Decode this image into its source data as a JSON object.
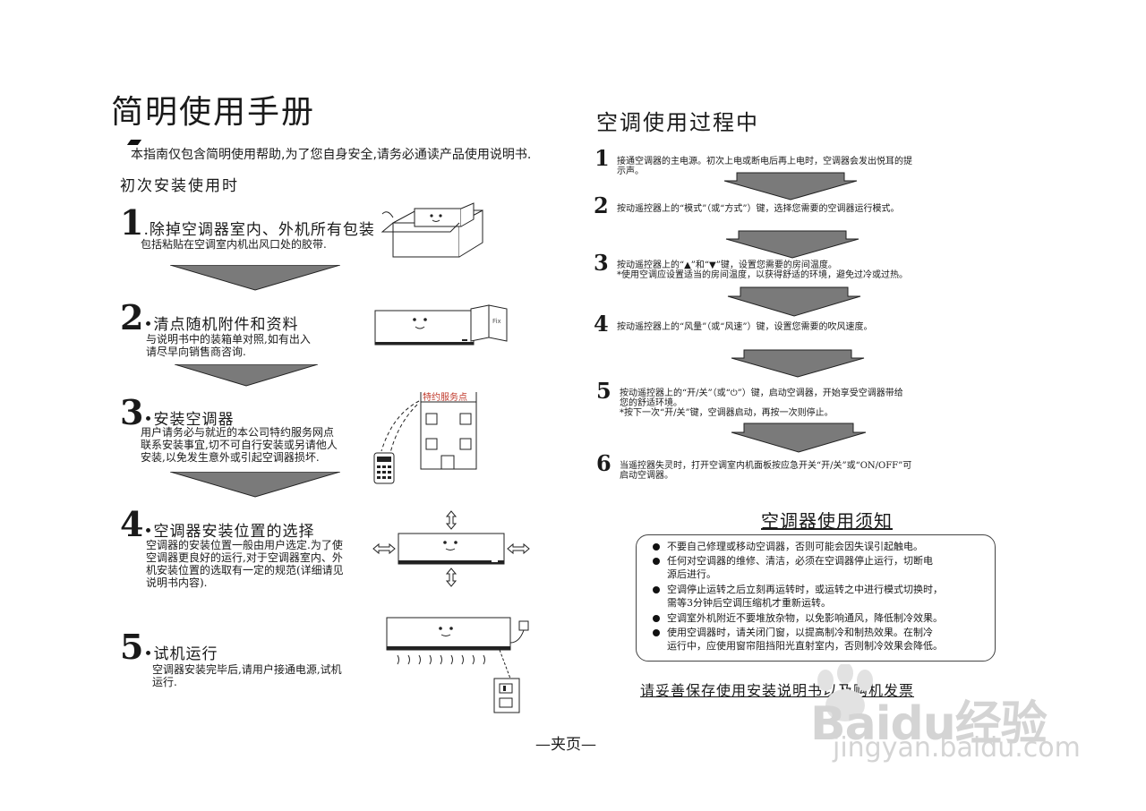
{
  "left": {
    "title": "简明使用手册",
    "notice": "本指南仅包含简明使用帮助,为了您自身安全,请务必通读产品使用说明书.",
    "subtitle": "初次安装使用时",
    "steps": [
      {
        "num": "1",
        "head": ".除掉空调器室内、外机所有包装",
        "lines": [
          "包括粘贴在空调室内机出风口处的胶带."
        ]
      },
      {
        "num": "2",
        "head": "•清点随机附件和资料",
        "lines": [
          "与说明书中的装箱单对照,如有出入",
          "请尽早向销售商咨询."
        ]
      },
      {
        "num": "3",
        "head": "•安装空调器",
        "lines": [
          "用户请务必与就近的本公司特约服务网点",
          "联系安装事宜,切不可自行安装或另请他人",
          "安装,以免发生意外或引起空调器损坏."
        ]
      },
      {
        "num": "4",
        "head": "•空调器安装位置的选择",
        "lines": [
          "空调器的安装位置一般由用户选定.为了使",
          "空调器更良好的运行,对于空调器室内、外",
          "机安装位置的选取有一定的规范(详细请见",
          "说明书内容)."
        ]
      },
      {
        "num": "5",
        "head": "•试机运行",
        "lines": [
          "空调器安装完毕后,请用户接通电源,试机",
          "运行."
        ]
      }
    ],
    "service_sign": "特约服务点",
    "book_label": "Fix"
  },
  "right": {
    "title": "空调使用过程中",
    "steps": [
      {
        "num": "1",
        "lines": [
          "接通空调器的主电源。初次上电或断电后再上电时，空调器会发出悦耳的提",
          "示声。"
        ]
      },
      {
        "num": "2",
        "lines": [
          "按动遥控器上的“模式”（或“方式”）键，选择您需要的空调器运行模式。"
        ]
      },
      {
        "num": "3",
        "lines": [
          "按动遥控器上的“▲”和“▼”键，设置您需要的房间温度。",
          "*使用空调应设置适当的房间温度，以获得舒适的环境，避免过冷或过热。"
        ]
      },
      {
        "num": "4",
        "lines": [
          "按动遥控器上的“风量”（或“风速”）键，设置您需要的吹风速度。"
        ]
      },
      {
        "num": "5",
        "lines": [
          "按动遥控器上的“开/关”（或“⏻”）键，启动空调器，开始享受空调器带给",
          "您的舒适环境。",
          "*按下一次“开/关”键，空调器启动，再按一次则停止。"
        ]
      },
      {
        "num": "6",
        "lines": [
          "当遥控器失灵时，打开空调室内机面板按应急开关“开/关”或“ON/OFF”可",
          "启动空调器。"
        ]
      }
    ],
    "notes_title": "空调器使用须知",
    "notes": [
      [
        "不要自己修理或移动空调器，否则可能会因失误引起触电。"
      ],
      [
        "任何对空调器的维修、清洁，必须在空调器停止运行，切断电",
        "源后进行。"
      ],
      [
        "空调停止运转之后立刻再运转时，或运转之中进行模式切换时，",
        "需等3分钟后空调压缩机才重新运转。"
      ],
      [
        "空调室外机附近不要堆放杂物，以免影响通风，降低制冷效果。"
      ],
      [
        "使用空调器时，请关闭门窗，以提高制冷和制热效果。在制冷",
        "运行中，应使用窗帘阻挡阳光直射室内，否则制冷效果会降低。"
      ]
    ],
    "keep_text": "请妥善保存使用安装说明书以及购机发票"
  },
  "footer": "—夹页—",
  "watermark": {
    "brand": "Baidu经验",
    "url": "jingyan.baidu.com"
  }
}
